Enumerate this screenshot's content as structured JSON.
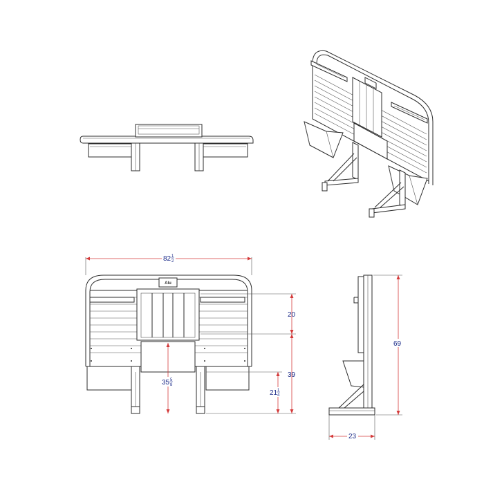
{
  "brand": {
    "logo_text": "Alu"
  },
  "dimensions": {
    "overall_width": {
      "whole": "82",
      "num": "1",
      "den": "2"
    },
    "upper_height": {
      "whole": "20"
    },
    "lower_height": {
      "whole": "39"
    },
    "center_height": {
      "whole": "35",
      "num": "5",
      "den": "8"
    },
    "step_height": {
      "whole": "21",
      "num": "1",
      "den": "4"
    },
    "overall_height": {
      "whole": "69"
    },
    "depth": {
      "whole": "23"
    }
  },
  "colors": {
    "outline": "#2b2b2b",
    "dimension_line": "#d43a3a",
    "dimension_text": "#1a2a88"
  }
}
